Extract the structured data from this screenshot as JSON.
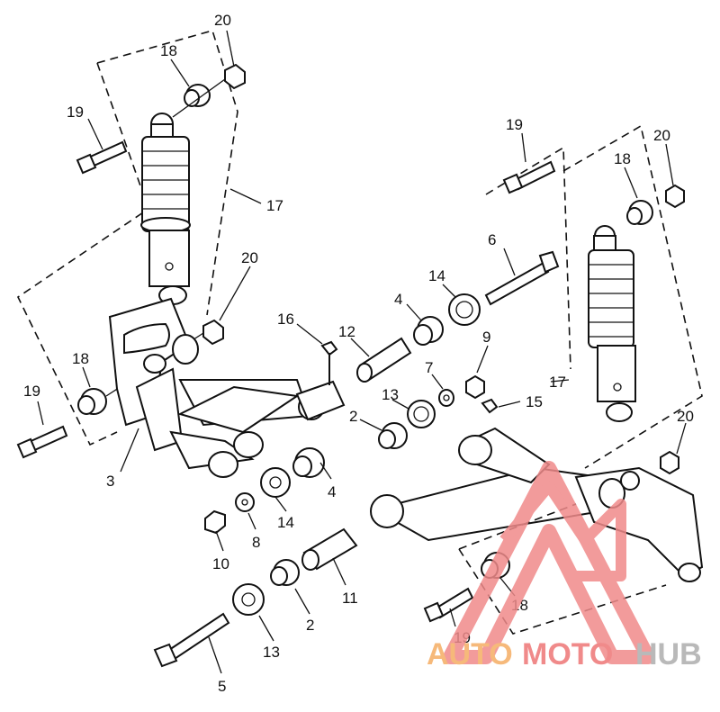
{
  "diagram": {
    "part_labels": [
      {
        "id": "l-20a",
        "text": "20"
      },
      {
        "id": "l-18a",
        "text": "18"
      },
      {
        "id": "l-19a",
        "text": "19"
      },
      {
        "id": "l-17a",
        "text": "17"
      },
      {
        "id": "l-20b",
        "text": "20"
      },
      {
        "id": "l-18b",
        "text": "18"
      },
      {
        "id": "l-19b",
        "text": "19"
      },
      {
        "id": "l-3",
        "text": "3"
      },
      {
        "id": "l-16",
        "text": "16"
      },
      {
        "id": "l-12",
        "text": "12"
      },
      {
        "id": "l-4a",
        "text": "4"
      },
      {
        "id": "l-14a",
        "text": "14"
      },
      {
        "id": "l-6",
        "text": "6"
      },
      {
        "id": "l-19c",
        "text": "19"
      },
      {
        "id": "l-20c",
        "text": "20"
      },
      {
        "id": "l-18c",
        "text": "18"
      },
      {
        "id": "l-9",
        "text": "9"
      },
      {
        "id": "l-7",
        "text": "7"
      },
      {
        "id": "l-13a",
        "text": "13"
      },
      {
        "id": "l-15",
        "text": "15"
      },
      {
        "id": "l-17b",
        "text": "17"
      },
      {
        "id": "l-2a",
        "text": "2"
      },
      {
        "id": "l-20d",
        "text": "20"
      },
      {
        "id": "l-4b",
        "text": "4"
      },
      {
        "id": "l-14b",
        "text": "14"
      },
      {
        "id": "l-8",
        "text": "8"
      },
      {
        "id": "l-10",
        "text": "10"
      },
      {
        "id": "l-11",
        "text": "11"
      },
      {
        "id": "l-2b",
        "text": "2"
      },
      {
        "id": "l-13b",
        "text": "13"
      },
      {
        "id": "l-5",
        "text": "5"
      },
      {
        "id": "l-18d",
        "text": "18"
      },
      {
        "id": "l-19d",
        "text": "19"
      }
    ]
  },
  "watermark": {
    "part1": "AUTO",
    "part2": "MOTO",
    "part3": "HUB",
    "colors": {
      "auto": "#f6b97a",
      "moto": "#f08a8a",
      "hub": "#b9b9b9",
      "logo": "#f08a8a"
    }
  }
}
